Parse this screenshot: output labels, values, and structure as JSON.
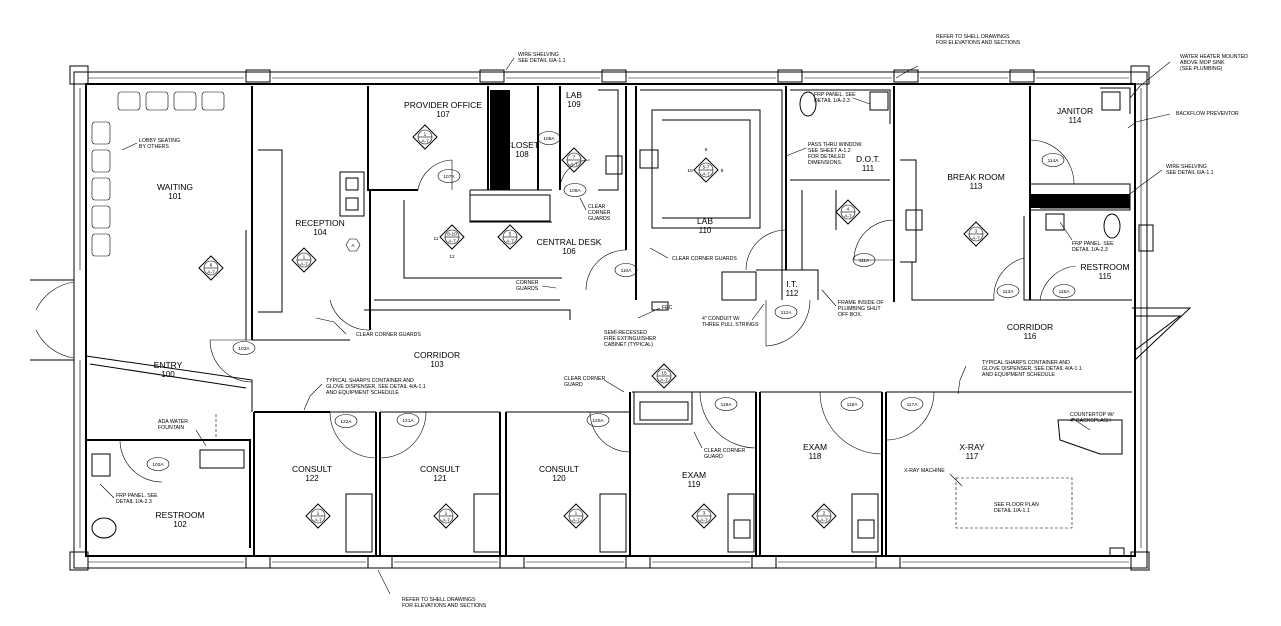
{
  "rooms": [
    {
      "name": "WAITING",
      "number": "101"
    },
    {
      "name": "ENTRY",
      "number": "100"
    },
    {
      "name": "RESTROOM",
      "number": "102"
    },
    {
      "name": "CORRIDOR",
      "number": "103"
    },
    {
      "name": "RECEPTION",
      "number": "104"
    },
    {
      "name": "CENTRAL DESK",
      "number": "106"
    },
    {
      "name": "PROVIDER OFFICE",
      "number": "107"
    },
    {
      "name": "CLOSET",
      "number": "108"
    },
    {
      "name": "LAB",
      "number": "109"
    },
    {
      "name": "LAB",
      "number": "110"
    },
    {
      "name": "D.O.T.",
      "number": "111"
    },
    {
      "name": "I.T.",
      "number": "112"
    },
    {
      "name": "BREAK ROOM",
      "number": "113"
    },
    {
      "name": "JANITOR",
      "number": "114"
    },
    {
      "name": "RESTROOM",
      "number": "115"
    },
    {
      "name": "CORRIDOR",
      "number": "116"
    },
    {
      "name": "X-RAY",
      "number": "117"
    },
    {
      "name": "EXAM",
      "number": "118"
    },
    {
      "name": "EXAM",
      "number": "119"
    },
    {
      "name": "CONSULT",
      "number": "120"
    },
    {
      "name": "CONSULT",
      "number": "121"
    },
    {
      "name": "CONSULT",
      "number": "122"
    }
  ],
  "notes": {
    "shell_top": [
      "REFER TO SHELL DRAWINGS",
      "FOR ELEVATIONS AND SECTIONS"
    ],
    "shell_bottom": [
      "REFER TO SHELL DRAWINGS",
      "FOR ELEVATIONS AND SECTIONS"
    ],
    "wire_shelving_108": [
      "WIRE SHELVING",
      "SEE DETAIL 6/A-1.1"
    ],
    "water_heater": [
      "WATER HEATER MOUNTED",
      "ABOVE MOP SINK",
      "(SEE PLUMBING)"
    ],
    "backflow": [
      "BACKFLOW PREVENTOR"
    ],
    "wire_shelving_114": [
      "WIRE SHELVING",
      "SEE DETAIL 6/A-1.1"
    ],
    "lobby_seating": [
      "LOBBY SEATING",
      "BY OTHERS"
    ],
    "frp_dot": [
      "FRP PANEL. SEE",
      "DETAIL 1/A-2.3"
    ],
    "pass_thru": [
      "PASS THRU WINDOW.",
      "SEE SHEET A-1.2",
      "FOR DETAILED",
      "DIMENSIONS."
    ],
    "corner_guards_109": [
      "CLEAR",
      "CORNER",
      "GUARDS"
    ],
    "frp_115": [
      "FRP PANEL. SEE",
      "DETAIL 1/A-2.3"
    ],
    "corner_guards_110": [
      "CLEAR CORNER GUARDS"
    ],
    "corner_guards_desk": [
      "CORNER",
      "GUARDS"
    ],
    "corner_guards_104": [
      "CLEAR CORNER GUARDS"
    ],
    "fire_ext": [
      "SEMI-RECESSED",
      "FIRE EXTINGUISHER",
      "CABINET (TYPICAL)"
    ],
    "conduit": [
      "4\" CONDUIT W/",
      "THREE PULL STRINGS"
    ],
    "frame_plumbing": [
      "FRAME INSIDE OF",
      "PLUMBING SHUT",
      "OFF BOX."
    ],
    "sharps_left": [
      "TYPICAL SHARPS CONTAINER AND",
      "GLOVE DISPENSER. SEE DETAIL 4/A-1.1",
      "AND EQUIPMENT SCHEDULE"
    ],
    "sharps_right": [
      "TYPICAL SHARPS CONTAINER AND",
      "GLOVE DISPENSER. SEE DETAIL 4/A-1.1",
      "AND EQUIPMENT SCHEDULE"
    ],
    "corner_guard_119a": [
      "CLEAR CORNER",
      "GUARD"
    ],
    "corner_guard_119b": [
      "CLEAR CORNER",
      "GUARD"
    ],
    "countertop": [
      "COUNTERTOP W/",
      "4\" BACKSPLASH"
    ],
    "xray_machine": [
      "X-RAY MACHINE"
    ],
    "floor_plan": [
      "SEE FLOOR PLAN",
      "DETAIL 1/A-1.1"
    ],
    "ada_fountain": [
      "ADA WATER",
      "FOUNTAIN"
    ],
    "frp_102": [
      "FRP PANEL. SEE",
      "DETAIL 1/A-2.3"
    ],
    "fec": [
      "FEC"
    ]
  },
  "door_tags": [
    "103A",
    "102A",
    "107A",
    "108A",
    "109A",
    "110A",
    "111A",
    "112A",
    "113A",
    "114A",
    "115A",
    "117A",
    "118A",
    "119A",
    "120A",
    "121A",
    "122A"
  ],
  "elevation_markers": [
    {
      "top": "6",
      "middle": "A-7",
      "bottom": ""
    },
    {
      "top": "1",
      "middle": "A-7",
      "bottom": ""
    },
    {
      "top": "1",
      "middle": "A-7",
      "bottom": ""
    },
    {
      "top": "8-10",
      "middle": "A-7",
      "bottom": "12"
    },
    {
      "top": "5",
      "middle": "A-7",
      "bottom": ""
    },
    {
      "top": "7",
      "middle": "A-7",
      "bottom": ""
    },
    {
      "top": "5-7",
      "middle": "A-7",
      "bottom": ""
    },
    {
      "top": "4",
      "middle": "A-7",
      "bottom": ""
    },
    {
      "top": "3",
      "middle": "A-7",
      "bottom": ""
    },
    {
      "top": "15",
      "middle": "A-7",
      "bottom": ""
    },
    {
      "top": "1",
      "middle": "A-7",
      "bottom": ""
    },
    {
      "top": "1",
      "middle": "A-7",
      "bottom": ""
    },
    {
      "top": "1",
      "middle": "A-7",
      "bottom": ""
    },
    {
      "top": "3",
      "middle": "A-7",
      "bottom": ""
    },
    {
      "top": "2",
      "middle": "A-7",
      "bottom": ""
    }
  ],
  "marker_side_numbers": {
    "left_11": "11",
    "left_10": "10",
    "right_8": "8",
    "top_9": "9"
  },
  "reception_tag": "A"
}
